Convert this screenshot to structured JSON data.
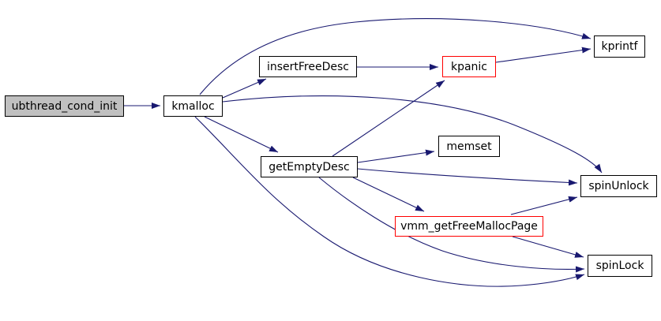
{
  "diagram": {
    "type": "call-graph",
    "background_color": "#ffffff",
    "edge_color": "#191970",
    "node_border_color": "#000000",
    "highlight_border_color": "#ff0000",
    "root_fill_color": "#c0c0c0",
    "nodes": [
      {
        "id": "ubthread_cond_init",
        "label": "ubthread_cond_init",
        "style": "root"
      },
      {
        "id": "kmalloc",
        "label": "kmalloc",
        "style": "normal"
      },
      {
        "id": "insertFreeDesc",
        "label": "insertFreeDesc",
        "style": "normal"
      },
      {
        "id": "kpanic",
        "label": "kpanic",
        "style": "highlight"
      },
      {
        "id": "kprintf",
        "label": "kprintf",
        "style": "normal"
      },
      {
        "id": "getEmptyDesc",
        "label": "getEmptyDesc",
        "style": "normal"
      },
      {
        "id": "memset",
        "label": "memset",
        "style": "normal"
      },
      {
        "id": "vmm_getFreeMallocPage",
        "label": "vmm_getFreeMallocPage",
        "style": "highlight"
      },
      {
        "id": "spinUnlock",
        "label": "spinUnlock",
        "style": "normal"
      },
      {
        "id": "spinLock",
        "label": "spinLock",
        "style": "normal"
      }
    ],
    "edges": [
      {
        "from": "ubthread_cond_init",
        "to": "kmalloc"
      },
      {
        "from": "kmalloc",
        "to": "kprintf"
      },
      {
        "from": "kmalloc",
        "to": "insertFreeDesc"
      },
      {
        "from": "kmalloc",
        "to": "getEmptyDesc"
      },
      {
        "from": "kmalloc",
        "to": "spinUnlock"
      },
      {
        "from": "kmalloc",
        "to": "spinLock"
      },
      {
        "from": "insertFreeDesc",
        "to": "kpanic"
      },
      {
        "from": "kpanic",
        "to": "kprintf"
      },
      {
        "from": "getEmptyDesc",
        "to": "kpanic"
      },
      {
        "from": "getEmptyDesc",
        "to": "memset"
      },
      {
        "from": "getEmptyDesc",
        "to": "vmm_getFreeMallocPage"
      },
      {
        "from": "getEmptyDesc",
        "to": "spinUnlock"
      },
      {
        "from": "getEmptyDesc",
        "to": "spinLock"
      },
      {
        "from": "vmm_getFreeMallocPage",
        "to": "spinUnlock"
      },
      {
        "from": "vmm_getFreeMallocPage",
        "to": "spinLock"
      }
    ]
  }
}
